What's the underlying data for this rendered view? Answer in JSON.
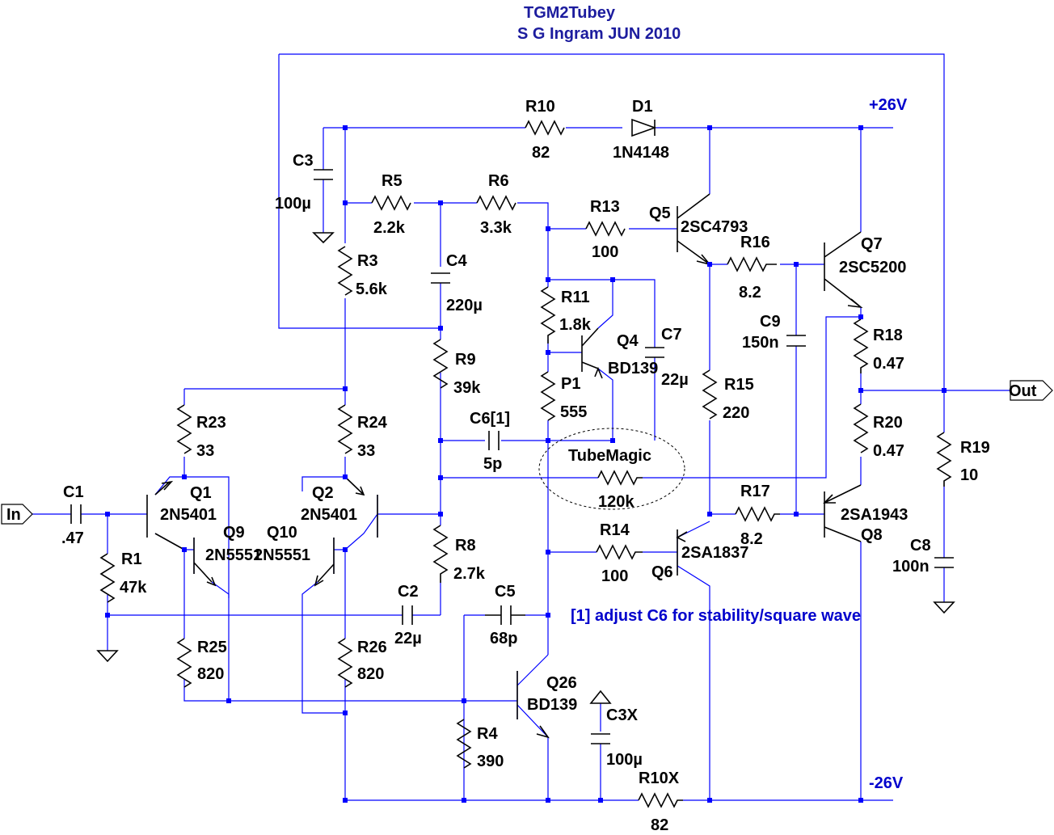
{
  "title": {
    "line1": "TGM2Tubey",
    "line2": "S G Ingram JUN 2010"
  },
  "rails": {
    "positive": "+26V",
    "negative": "-26V"
  },
  "ports": {
    "input": "In",
    "output": "Out"
  },
  "note": "[1] adjust C6 for stability/square wave",
  "tubemagic": "TubeMagic",
  "components": {
    "R10": {
      "ref": "R10",
      "value": "82"
    },
    "D1": {
      "ref": "D1",
      "value": "1N4148"
    },
    "C3": {
      "ref": "C3",
      "value": "100µ"
    },
    "R5": {
      "ref": "R5",
      "value": "2.2k"
    },
    "R6": {
      "ref": "R6",
      "value": "3.3k"
    },
    "R13": {
      "ref": "R13",
      "value": "100"
    },
    "Q5": {
      "ref": "Q5",
      "value": "2SC4793"
    },
    "R16": {
      "ref": "R16",
      "value": "8.2"
    },
    "Q7": {
      "ref": "Q7",
      "value": "2SC5200"
    },
    "R3": {
      "ref": "R3",
      "value": "5.6k"
    },
    "C4": {
      "ref": "C4",
      "value": "220µ"
    },
    "R11": {
      "ref": "R11",
      "value": "1.8k"
    },
    "Q4": {
      "ref": "Q4",
      "value": "BD139"
    },
    "C7": {
      "ref": "C7",
      "value": "22µ"
    },
    "C9": {
      "ref": "C9",
      "value": "150n"
    },
    "R18": {
      "ref": "R18",
      "value": "0.47"
    },
    "R9": {
      "ref": "R9",
      "value": "39k"
    },
    "P1": {
      "ref": "P1",
      "value": "555"
    },
    "R15": {
      "ref": "R15",
      "value": "220"
    },
    "R23": {
      "ref": "R23",
      "value": "33"
    },
    "R24": {
      "ref": "R24",
      "value": "33"
    },
    "C6": {
      "ref": "C6[1]",
      "value": "5p"
    },
    "R20": {
      "ref": "R20",
      "value": "0.47"
    },
    "R19": {
      "ref": "R19",
      "value": "10"
    },
    "C1": {
      "ref": "C1",
      "value": ".47"
    },
    "Q1": {
      "ref": "Q1",
      "value": "2N5401"
    },
    "Q2": {
      "ref": "Q2",
      "value": "2N5401"
    },
    "R120": {
      "ref": "",
      "value": "120k"
    },
    "R17": {
      "ref": "R17",
      "value": "8.2"
    },
    "Q8": {
      "ref": "Q8",
      "value": "2SA1943"
    },
    "Q9": {
      "ref": "Q9",
      "value": "2N5551"
    },
    "Q10": {
      "ref": "Q10",
      "value": "2N5551"
    },
    "R1": {
      "ref": "R1",
      "value": "47k"
    },
    "R8": {
      "ref": "R8",
      "value": "2.7k"
    },
    "R14": {
      "ref": "R14",
      "value": "100"
    },
    "Q6": {
      "ref": "Q6",
      "value": "2SA1837"
    },
    "C8": {
      "ref": "C8",
      "value": "100n"
    },
    "C2": {
      "ref": "C2",
      "value": "22µ"
    },
    "C5": {
      "ref": "C5",
      "value": "68p"
    },
    "R25": {
      "ref": "R25",
      "value": "820"
    },
    "R26": {
      "ref": "R26",
      "value": "820"
    },
    "Q26": {
      "ref": "Q26",
      "value": "BD139"
    },
    "C3X": {
      "ref": "C3X",
      "value": "100µ"
    },
    "R4": {
      "ref": "R4",
      "value": "390"
    },
    "R10X": {
      "ref": "R10X",
      "value": "82"
    }
  },
  "colors": {
    "wire": "#0000ff",
    "component": "#000000",
    "annotation": "#1c1c9e"
  }
}
